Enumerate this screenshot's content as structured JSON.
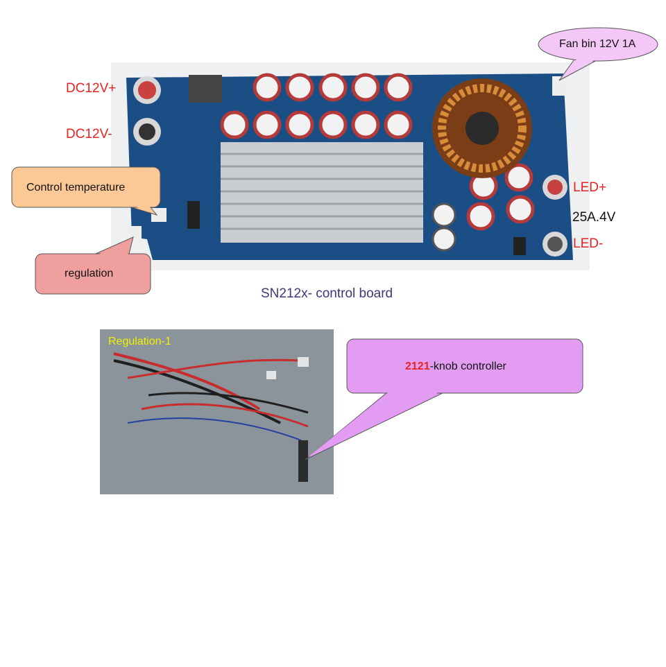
{
  "callouts": {
    "fan": "Fan bin 12V 1A",
    "control_temperature": "Control temperature",
    "regulation": "regulation",
    "knob_number": "2121",
    "knob_text": "-knob controller"
  },
  "pcb_labels": {
    "dc_plus": "DC12V+",
    "dc_minus": "DC12V-",
    "led_plus": "LED+",
    "rating": "25A.4V",
    "led_minus": "LED-"
  },
  "caption": "SN212x- control board",
  "harness_label": "Regulation-1",
  "colors": {
    "red_label": "#e8221f",
    "fan_bubble": "#f4c8f6",
    "temp_box": "#fbc896",
    "regulation_box": "#ef9f9d",
    "knob_bubble": "#e29df2",
    "harness_title": "#f3f000"
  }
}
